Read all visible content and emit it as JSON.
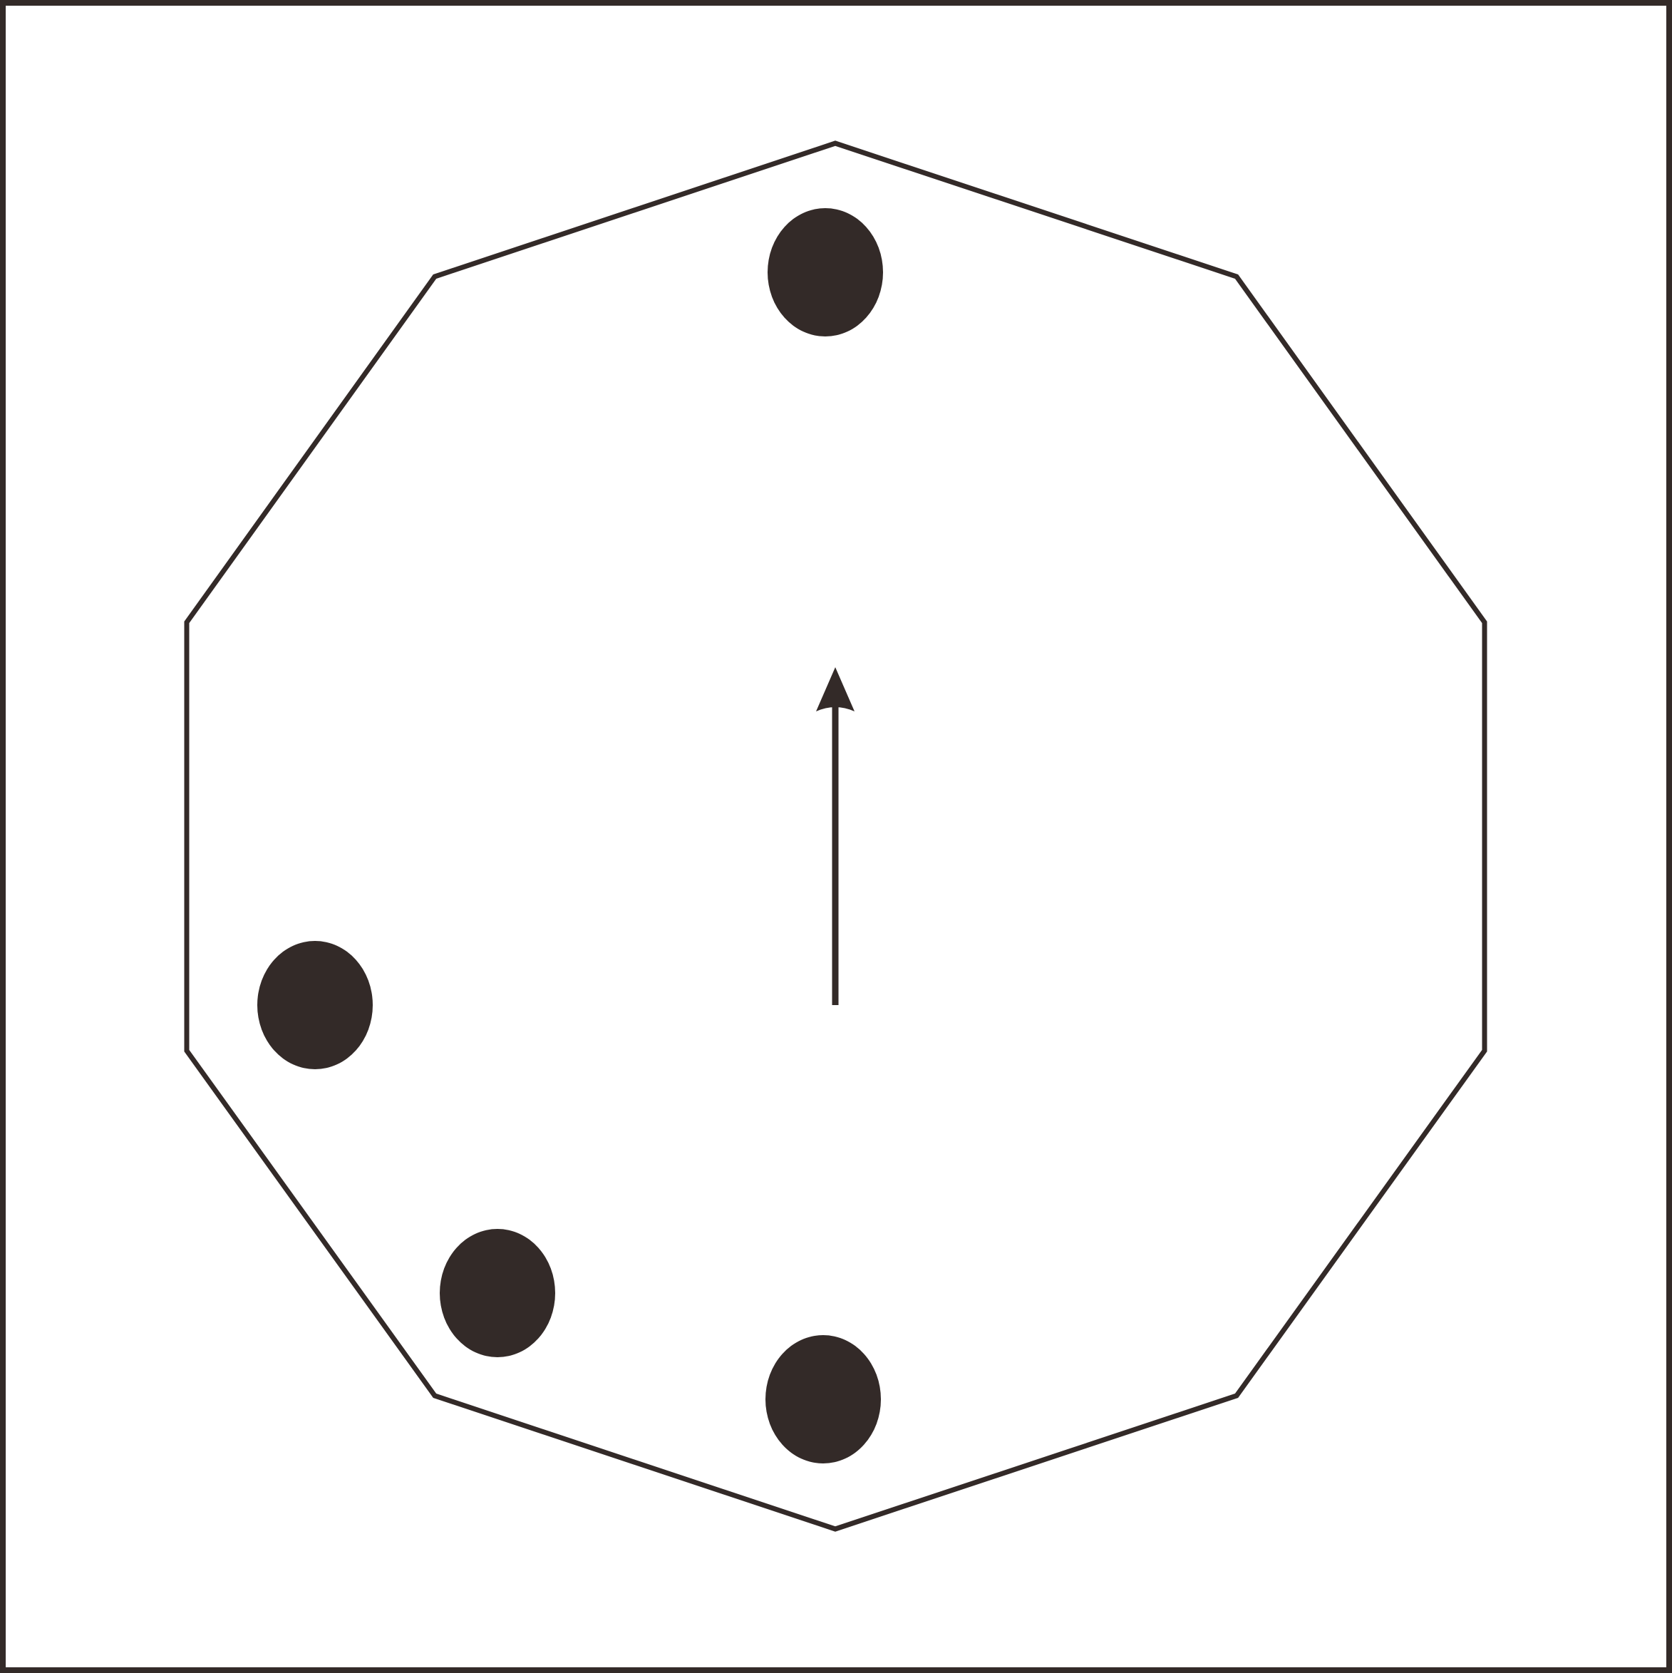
{
  "figure": {
    "shape": "decagon",
    "stroke_color": "#332a28",
    "fill_color": "#332a28",
    "background_color": "#ffffff",
    "dot_count": 4,
    "arrow_direction": "up"
  }
}
